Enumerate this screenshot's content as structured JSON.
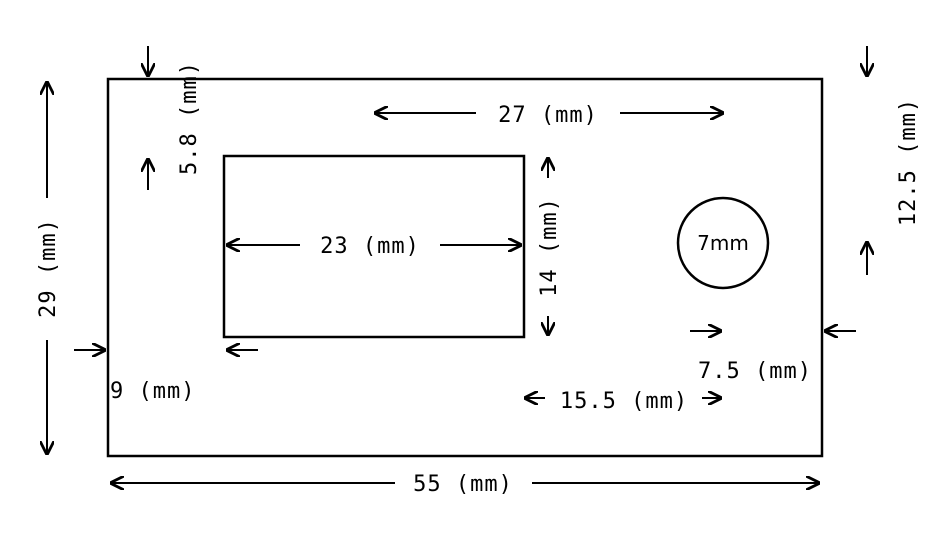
{
  "dims": {
    "overall_width": "55 (mm)",
    "overall_height": "29 (mm)",
    "window_width": "23 (mm)",
    "window_height": "14 (mm)",
    "window_top_offset": "5.8 (mm)",
    "window_left_offset": "9 (mm)",
    "span_27": "27 (mm)",
    "hole_top_offset": "12.5 (mm)",
    "hole_right_offset": "7.5 (mm)",
    "hole_span": "15.5 (mm)",
    "hole_diameter": "7mm"
  }
}
